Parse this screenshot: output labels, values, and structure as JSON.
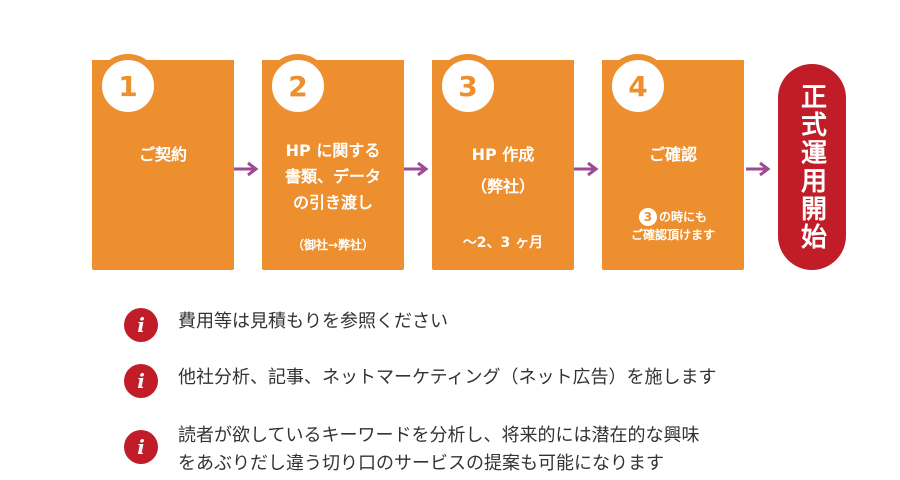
{
  "steps": [
    {
      "number": "1",
      "lines": [
        "ご契約"
      ],
      "sub": ""
    },
    {
      "number": "2",
      "lines": [
        "HP に関する",
        "書類、データ",
        "の引き渡し"
      ],
      "sub": "（御社→弊社）"
    },
    {
      "number": "3",
      "lines": [
        "HP 作成",
        "（弊社）"
      ],
      "sub": "〜2、3 ヶ月"
    },
    {
      "number": "4",
      "lines": [
        "ご確認"
      ],
      "sub_badge": "3",
      "sub_line1": "の時にも",
      "sub_line2": "ご確認頂けます"
    }
  ],
  "final_label": "正式運用開始",
  "notes": [
    {
      "lines": [
        "費用等は見積もりを参照ください"
      ]
    },
    {
      "lines": [
        "他社分析、記事、ネットマーケティング（ネット広告）を施します"
      ]
    },
    {
      "lines": [
        "読者が欲しているキーワードを分析し、将来的には潜在的な興味",
        "をあぶりだし違う切り口のサービスの提案も可能になります"
      ]
    }
  ],
  "colors": {
    "step": "#ee8f2f",
    "final": "#c01d28",
    "arrow": "#9c4a96",
    "info_icon": "#c01d28"
  },
  "icons": {
    "note": "info-icon",
    "connector": "arrow-right-icon"
  }
}
